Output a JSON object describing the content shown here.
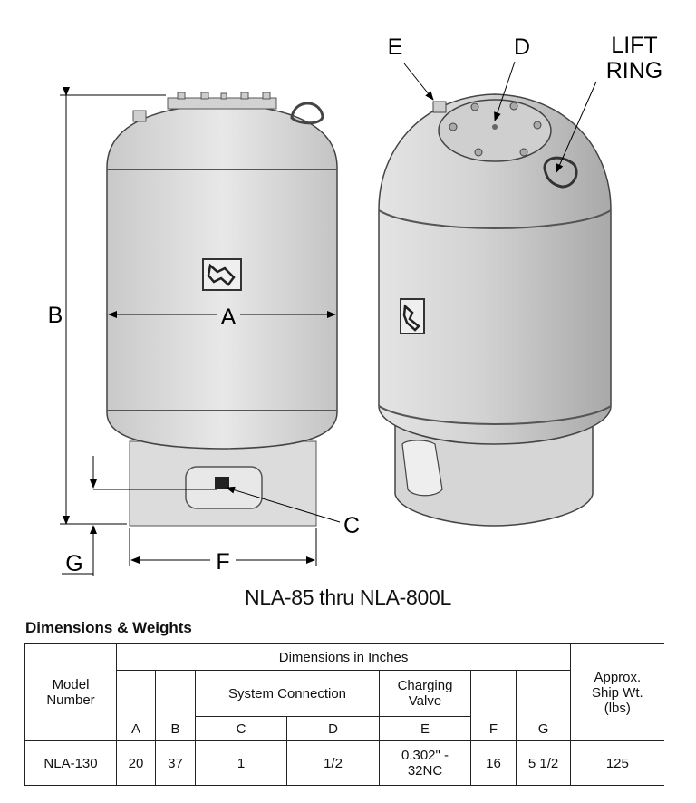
{
  "diagram": {
    "labels": {
      "a": "A",
      "b": "B",
      "c": "C",
      "d": "D",
      "e": "E",
      "f": "F",
      "g": "G",
      "lift_ring_line1": "LIFT",
      "lift_ring_line2": "RING"
    },
    "subtitle": "NLA-85 thru NLA-800L"
  },
  "section_title": "Dimensions & Weights",
  "table": {
    "model_header": "Model Number",
    "dimensions_header": "Dimensions in Inches",
    "weight_header": "Approx. Ship Wt. (lbs)",
    "system_connection_header": "System Connection",
    "charging_valve_header": "Charging Valve",
    "col_a": "A",
    "col_b": "B",
    "col_c": "C",
    "col_d": "D",
    "col_e": "E",
    "col_f": "F",
    "col_g": "G",
    "rows": [
      {
        "model": "NLA-130",
        "a": "20",
        "b": "37",
        "c": "1",
        "d": "1/2",
        "e": "0.302\" - 32NC",
        "f": "16",
        "g": "5 1/2",
        "weight": "125"
      }
    ]
  }
}
